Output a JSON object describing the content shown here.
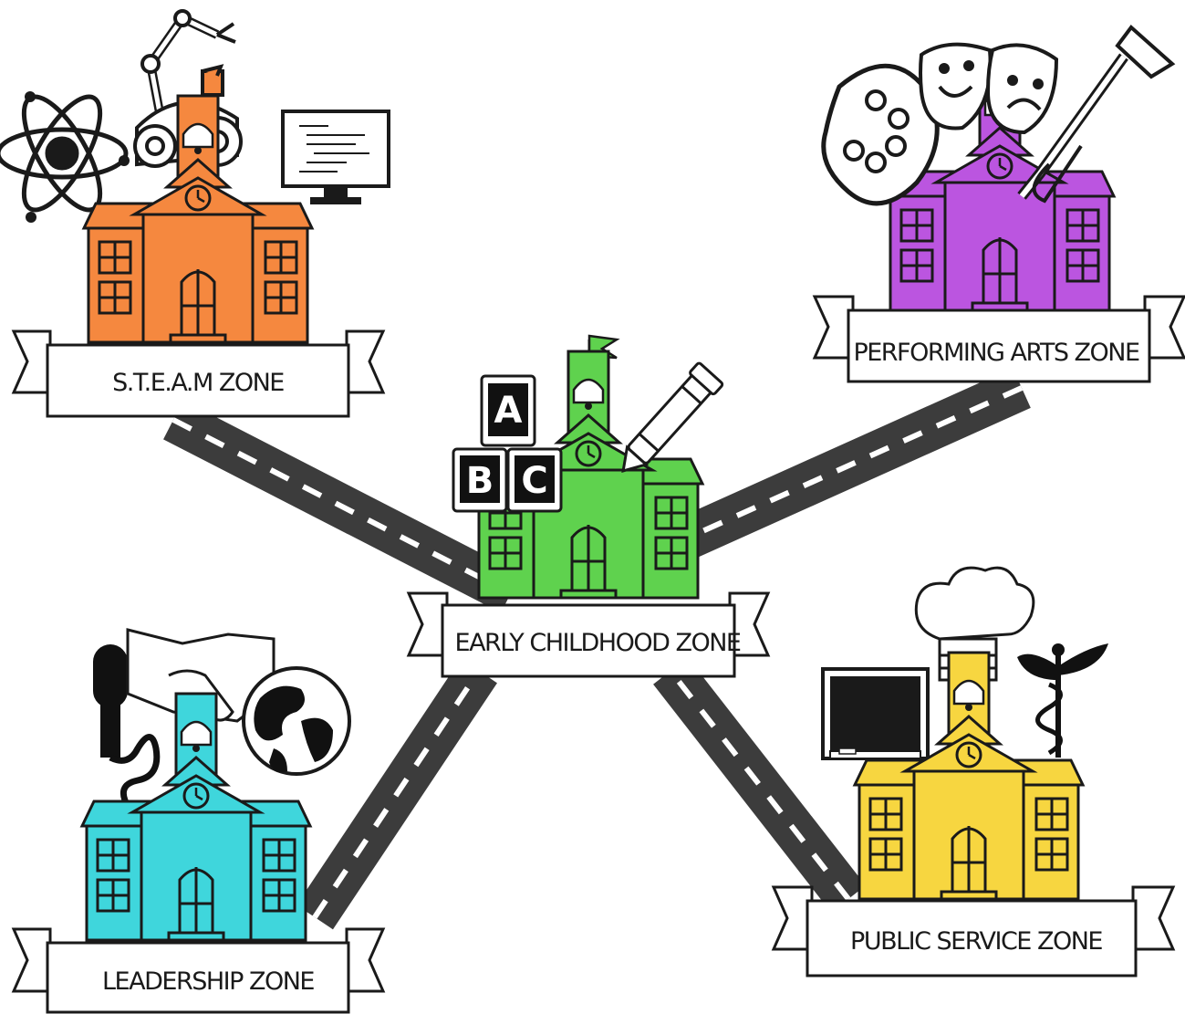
{
  "colors": {
    "road": "#3c3c3c",
    "road_dash": "#ffffff",
    "outline": "#1a1a1a",
    "steam": "#f5883f",
    "arts": "#bb55e0",
    "early": "#5fd24e",
    "leadership": "#3fd6dc",
    "public": "#f7d640"
  },
  "zones": {
    "steam": {
      "label": "S.T.E.A.M ZONE",
      "icons": [
        "atom-icon",
        "robot-arm-icon",
        "computer-monitor-icon"
      ]
    },
    "arts": {
      "label": "PERFORMING ARTS  ZONE",
      "icons": [
        "paint-palette-icon",
        "theater-masks-icon",
        "trumpet-icon"
      ]
    },
    "early": {
      "label": "EARLY CHILDHOOD ZONE",
      "icons": [
        "alphabet-blocks-icon",
        "crayon-icon"
      ],
      "blocks": [
        "A",
        "B",
        "C"
      ]
    },
    "leadership": {
      "label": "LEADERSHIP ZONE",
      "icons": [
        "microphone-icon",
        "handshake-icon",
        "globe-icon"
      ]
    },
    "public": {
      "label": "PUBLIC SERVICE ZONE",
      "icons": [
        "chalkboard-icon",
        "chef-hat-icon",
        "caduceus-icon"
      ]
    }
  }
}
